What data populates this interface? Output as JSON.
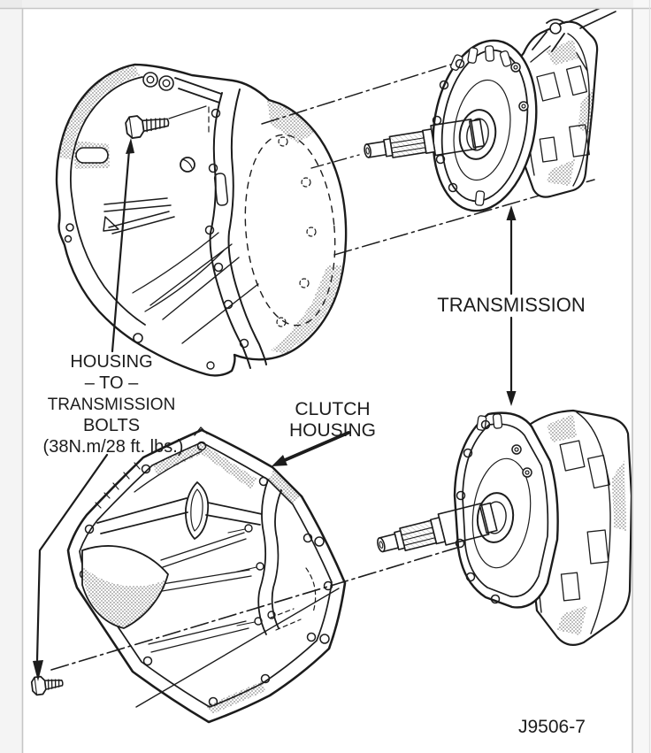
{
  "figure": {
    "labels": {
      "housing_bolts": {
        "lines": [
          "HOUSING",
          "– TO –",
          "TRANSMISSION",
          "BOLTS",
          "(38N.m/28 ft. lbs.)"
        ]
      },
      "transmission": "TRANSMISSION",
      "clutch_housing": {
        "lines": [
          "CLUTCH",
          "HOUSING"
        ]
      },
      "figure_number": "J9506-7"
    },
    "colors": {
      "ink": "#1c1c1c",
      "page": "#ffffff",
      "margin": "#f3f3f3",
      "border": "#c6c6c6"
    }
  }
}
